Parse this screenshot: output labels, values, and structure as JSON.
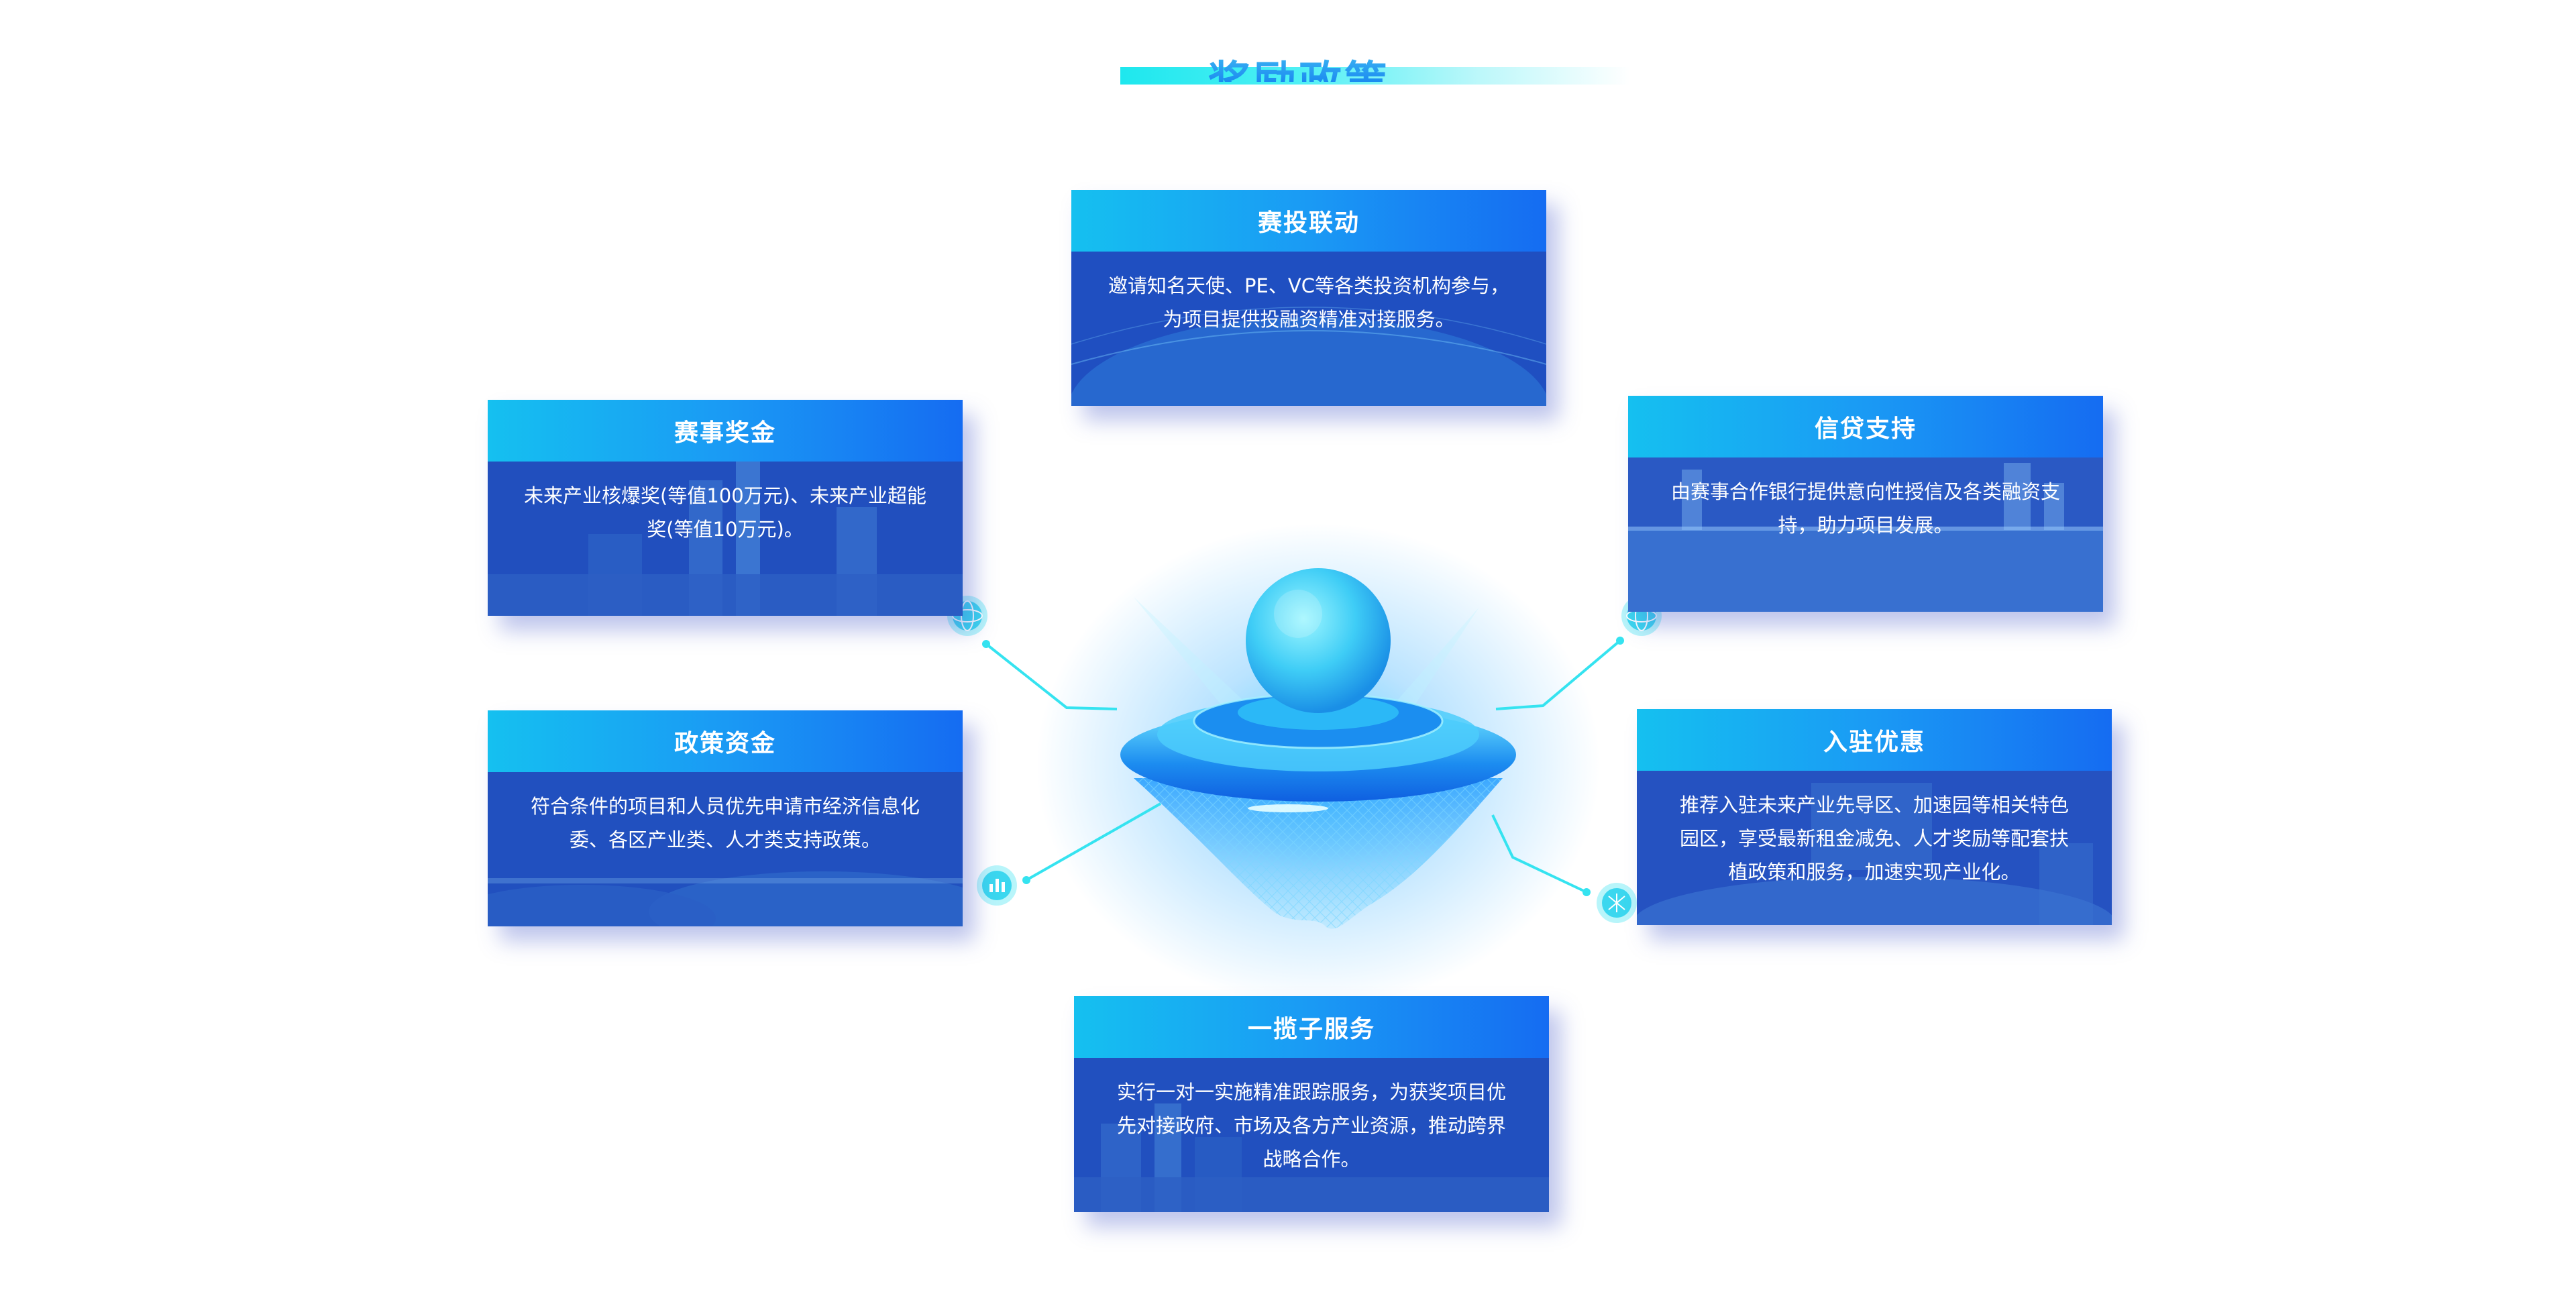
{
  "section": {
    "title": "奖励政策"
  },
  "cards": [
    {
      "id": "top",
      "title": "赛投联动",
      "lines": [
        "邀请知名天使、PE、VC等各类投资机构参与，",
        "为项目提供投融资精准对接服务。"
      ]
    },
    {
      "id": "left1",
      "title": "赛事奖金",
      "lines": [
        "未来产业核爆奖(等值100万元)、未来产业超能",
        "奖(等值10万元)。"
      ]
    },
    {
      "id": "right1",
      "title": "信贷支持",
      "lines": [
        "由赛事合作银行提供意向性授信及各类融资支",
        "持，助力项目发展。"
      ]
    },
    {
      "id": "left2",
      "title": "政策资金",
      "lines": [
        "符合条件的项目和人员优先申请市经济信息化",
        "委、各区产业类、人才类支持政策。"
      ]
    },
    {
      "id": "right2",
      "title": "入驻优惠",
      "lines": [
        "推荐入驻未来产业先导区、加速园等相关特色",
        "园区，享受最新租金减免、人才奖励等配套扶",
        "植政策和服务，加速实现产业化。"
      ]
    },
    {
      "id": "bottom",
      "title": "一揽子服务",
      "lines": [
        "实行一对一实施精准跟踪服务，为获奖项目优",
        "先对接政府、市场及各方产业资源，推动跨界",
        "战略合作。"
      ]
    }
  ],
  "icons": {
    "left1": "globe-icon",
    "left2": "bar-chart-icon",
    "right1": "globe-icon",
    "right2": "network-icon"
  },
  "colors": {
    "accent_cyan": "#1ee7ee",
    "card_head": "#1a9af4",
    "card_body": "#1c49b7",
    "connector": "#35e3f0"
  }
}
